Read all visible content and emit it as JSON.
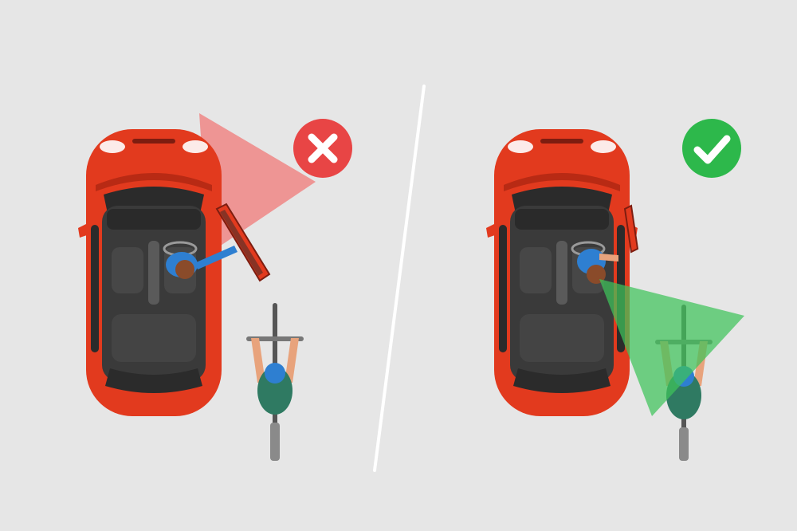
{
  "scene": {
    "background": "#e6e6e6",
    "divider_color": "#ffffff"
  },
  "panels": [
    {
      "id": "wrong",
      "verdict": "incorrect",
      "badge_icon": "x-icon",
      "badge_color": "#e84545",
      "sightline_color": "#f07a78",
      "car_color": "#e23a1e",
      "door_open": "wide"
    },
    {
      "id": "right",
      "verdict": "correct",
      "badge_icon": "check-icon",
      "badge_color": "#2db84b",
      "sightline_color": "#3fc35a",
      "car_color": "#e23a1e",
      "door_open": "slight"
    }
  ]
}
